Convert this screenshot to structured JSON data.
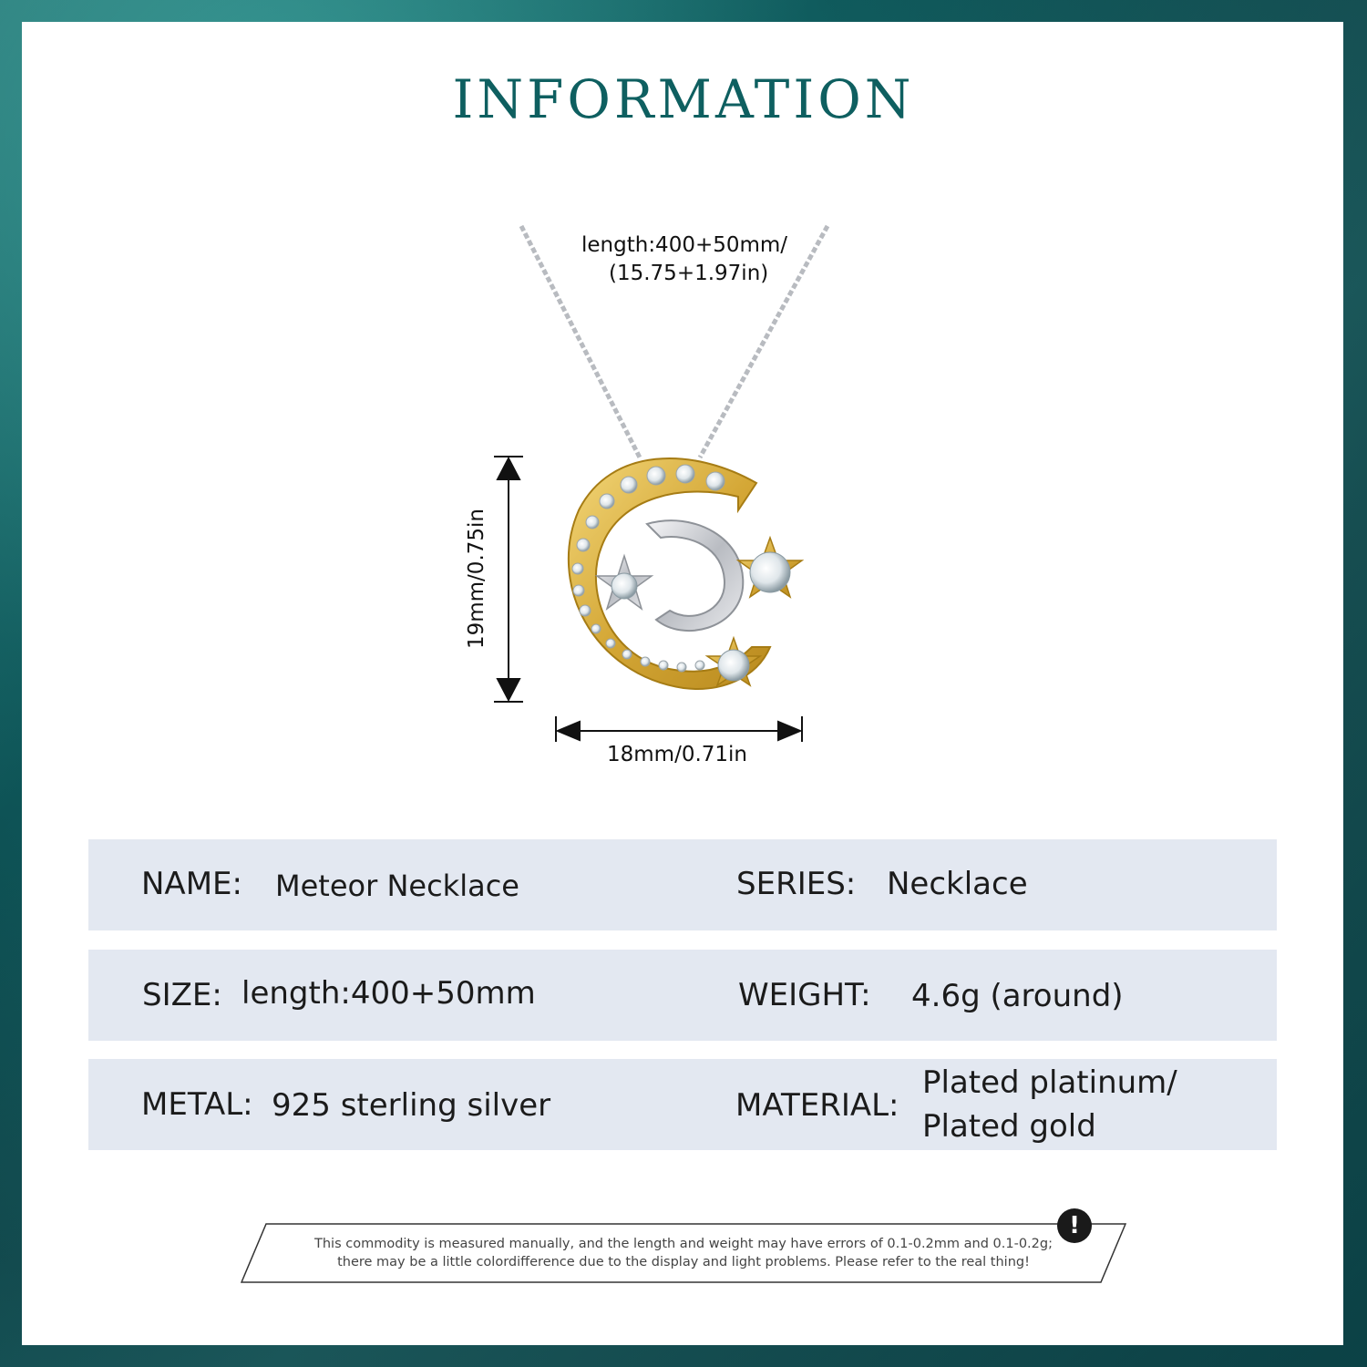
{
  "page": {
    "title": "INFORMATION"
  },
  "dimensions": {
    "chain_length": "length:400+50mm/",
    "chain_length_in": "(15.75+1.97in)",
    "height": "19mm/0.75in",
    "width": "18mm/0.71in"
  },
  "specs": {
    "name_label": "NAME:",
    "name_value": "Meteor Necklace",
    "series_label": "SERIES:",
    "series_value": "Necklace",
    "size_label": "SIZE:",
    "size_value": "length:400+50mm",
    "weight_label": "WEIGHT:",
    "weight_value": "4.6g (around)",
    "metal_label": "METAL:",
    "metal_value": "925 sterling silver",
    "material_label": "MATERIAL:",
    "material_value_1": "Plated platinum/",
    "material_value_2": "Plated gold"
  },
  "notice": {
    "line1": "This commodity is measured manually, and the length and weight may have errors of 0.1-0.2mm and 0.1-0.2g;",
    "line2": "there may be a little colordifference due to the display and light problems. Please refer to the real thing!",
    "icon": "exclamation-icon"
  },
  "colors": {
    "title": "#0e5f60",
    "row_bg": "#e3e8f1",
    "gold": "#d9b44a",
    "silver": "#c9ccd1"
  }
}
